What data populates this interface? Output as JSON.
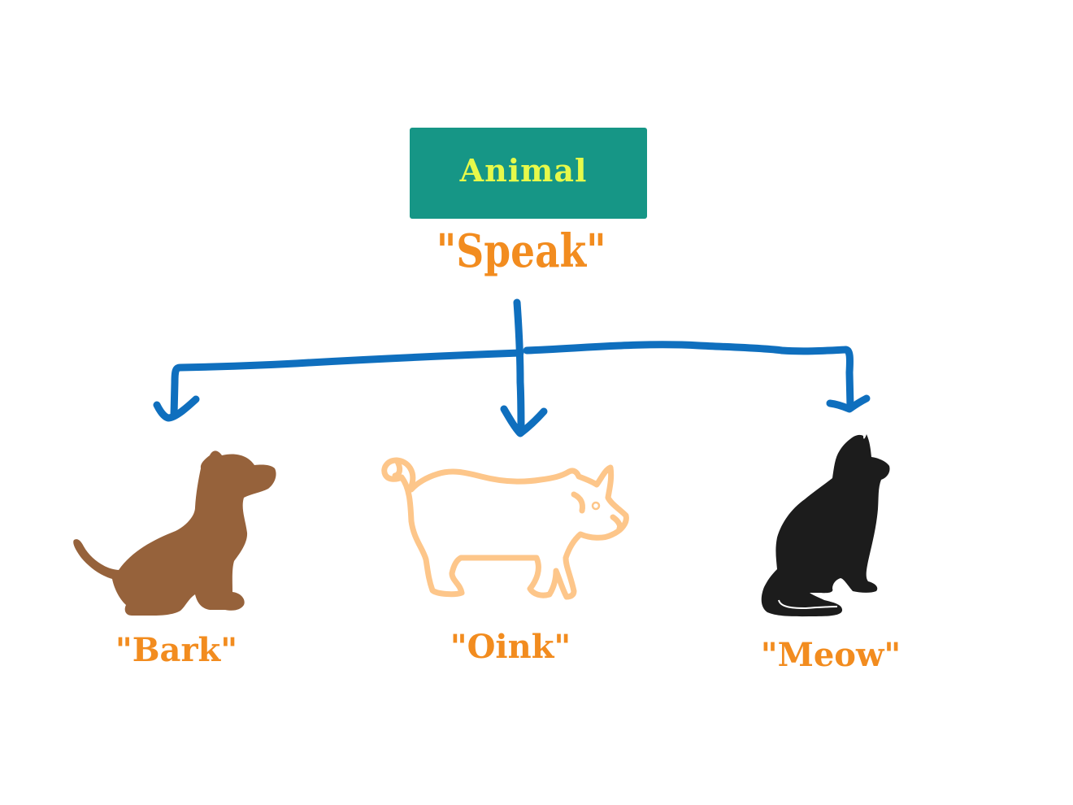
{
  "diagram": {
    "root": {
      "label": "Animal"
    },
    "method": {
      "label": "\"Speak\""
    },
    "children": [
      {
        "animal": "dog",
        "icon": "dog-icon",
        "sound": "\"Bark\""
      },
      {
        "animal": "pig",
        "icon": "pig-icon",
        "sound": "\"Oink\""
      },
      {
        "animal": "cat",
        "icon": "cat-icon",
        "sound": "\"Meow\""
      }
    ]
  },
  "colors": {
    "root_fill": "#169686",
    "root_text": "#e6f94a",
    "label_orange": "#f28c1f",
    "arrow_blue": "#0f6fbe",
    "dog": "#96623b",
    "pig_outline": "#fdc68a",
    "cat": "#1c1c1c"
  }
}
